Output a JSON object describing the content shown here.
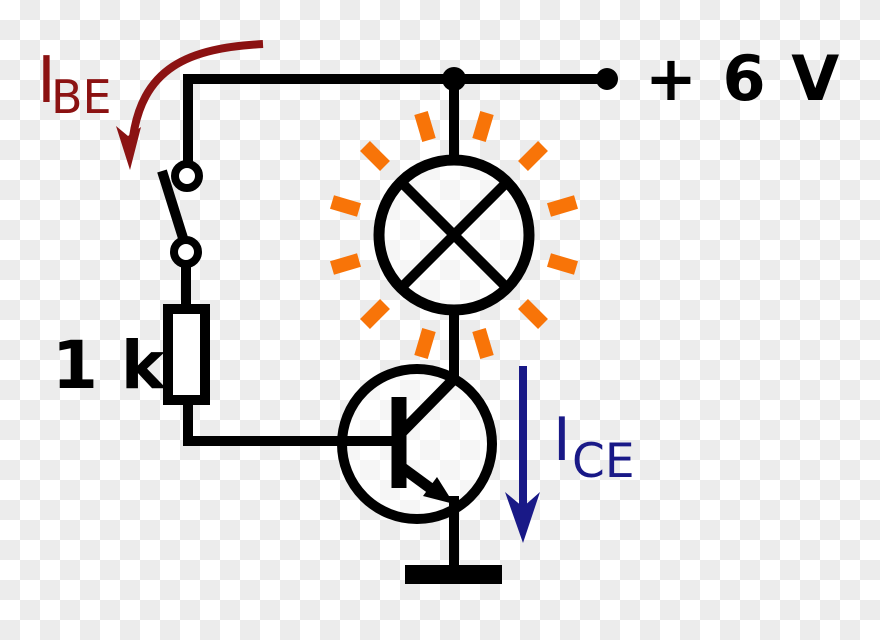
{
  "figure": {
    "type": "circuit-diagram",
    "description": "NPN transistor switch driving a lit lamp from a 6 V supply"
  },
  "labels": {
    "supply_voltage": "+ 6 V",
    "resistor_value": "1 k",
    "base_current_symbol": "I",
    "base_current_subscript": "BE",
    "collector_current_symbol": "I",
    "collector_current_subscript": "CE"
  },
  "colors": {
    "wire": "#000000",
    "base_current": "#8b1212",
    "collector_current": "#191987",
    "lamp_rays": "#f87408",
    "checker_white": "#ffffff",
    "checker_gray": "#ececec"
  },
  "components": [
    "power-rail-6v",
    "open-switch",
    "resistor-1k",
    "lamp-lit",
    "npn-transistor",
    "ground",
    "base-current-arrow",
    "collector-current-arrow"
  ]
}
